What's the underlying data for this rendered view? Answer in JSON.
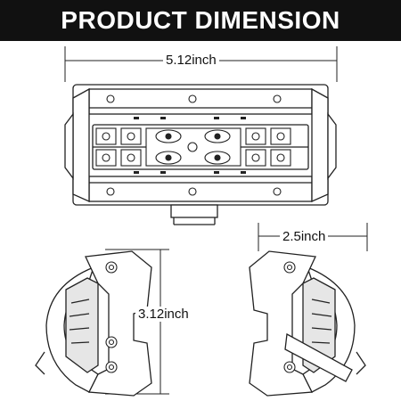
{
  "header": {
    "title": "PRODUCT DIMENSION",
    "background": "#111111",
    "text_color": "#ffffff"
  },
  "dimensions": {
    "width_label": "5.12inch",
    "depth_label": "2.5inch",
    "height_label": "3.12inch"
  },
  "colors": {
    "line": "#222222",
    "fill": "#ffffff",
    "lens": "#dddddd"
  }
}
